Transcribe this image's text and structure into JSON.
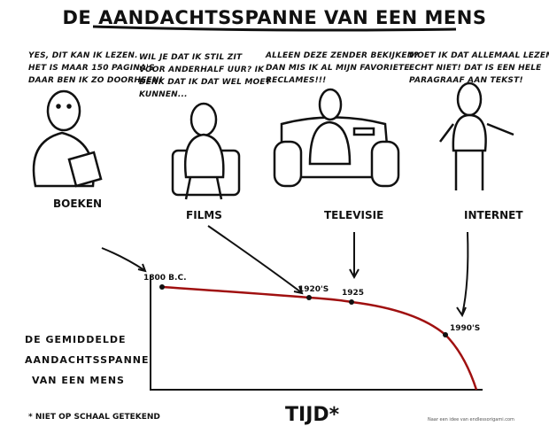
{
  "title": "DE AANDACHTSSPANNE VAN EEN MENS",
  "panels": [
    {
      "label": "BOEKEN",
      "lines": [
        "YES, DIT KAN IK LEZEN.",
        "HET IS MAAR 150 PAGINA'S",
        "DAAR BEN IK ZO DOORHEEN!"
      ]
    },
    {
      "label": "FILMS",
      "lines": [
        "WIL JE DAT IK STIL ZIT",
        "VOOR ANDERHALF UUR? IK",
        "DENK DAT IK DAT WEL MOET",
        "KUNNEN..."
      ]
    },
    {
      "label": "TELEVISIE",
      "lines": [
        "ALLEEN DEZE ZENDER BEKIJKEN?",
        "DAN MIS IK AL MIJN FAVORIETE",
        "RECLAMES!!!"
      ]
    },
    {
      "label": "INTERNET",
      "lines": [
        "MOET IK DAT ALLEMAAL LEZEN?",
        "ECHT NIET! DAT IS EEN HELE",
        "PARAGRAAF AAN TEKST!"
      ]
    }
  ],
  "chart": {
    "ylabel": [
      "DE GEMIDDELDE",
      "AANDACHTSSPANNE",
      "VAN  EEN  MENS"
    ],
    "xlabel": "TIJD*",
    "line_color": "#a01010",
    "points": [
      {
        "label": "1800 B.C."
      },
      {
        "label": "1920'S"
      },
      {
        "label": "1925"
      },
      {
        "label": "1990'S"
      }
    ]
  },
  "note": "* NIET OP SCHAAL GETEKEND",
  "credit": "Naar een idee van endlessorigami.com"
}
